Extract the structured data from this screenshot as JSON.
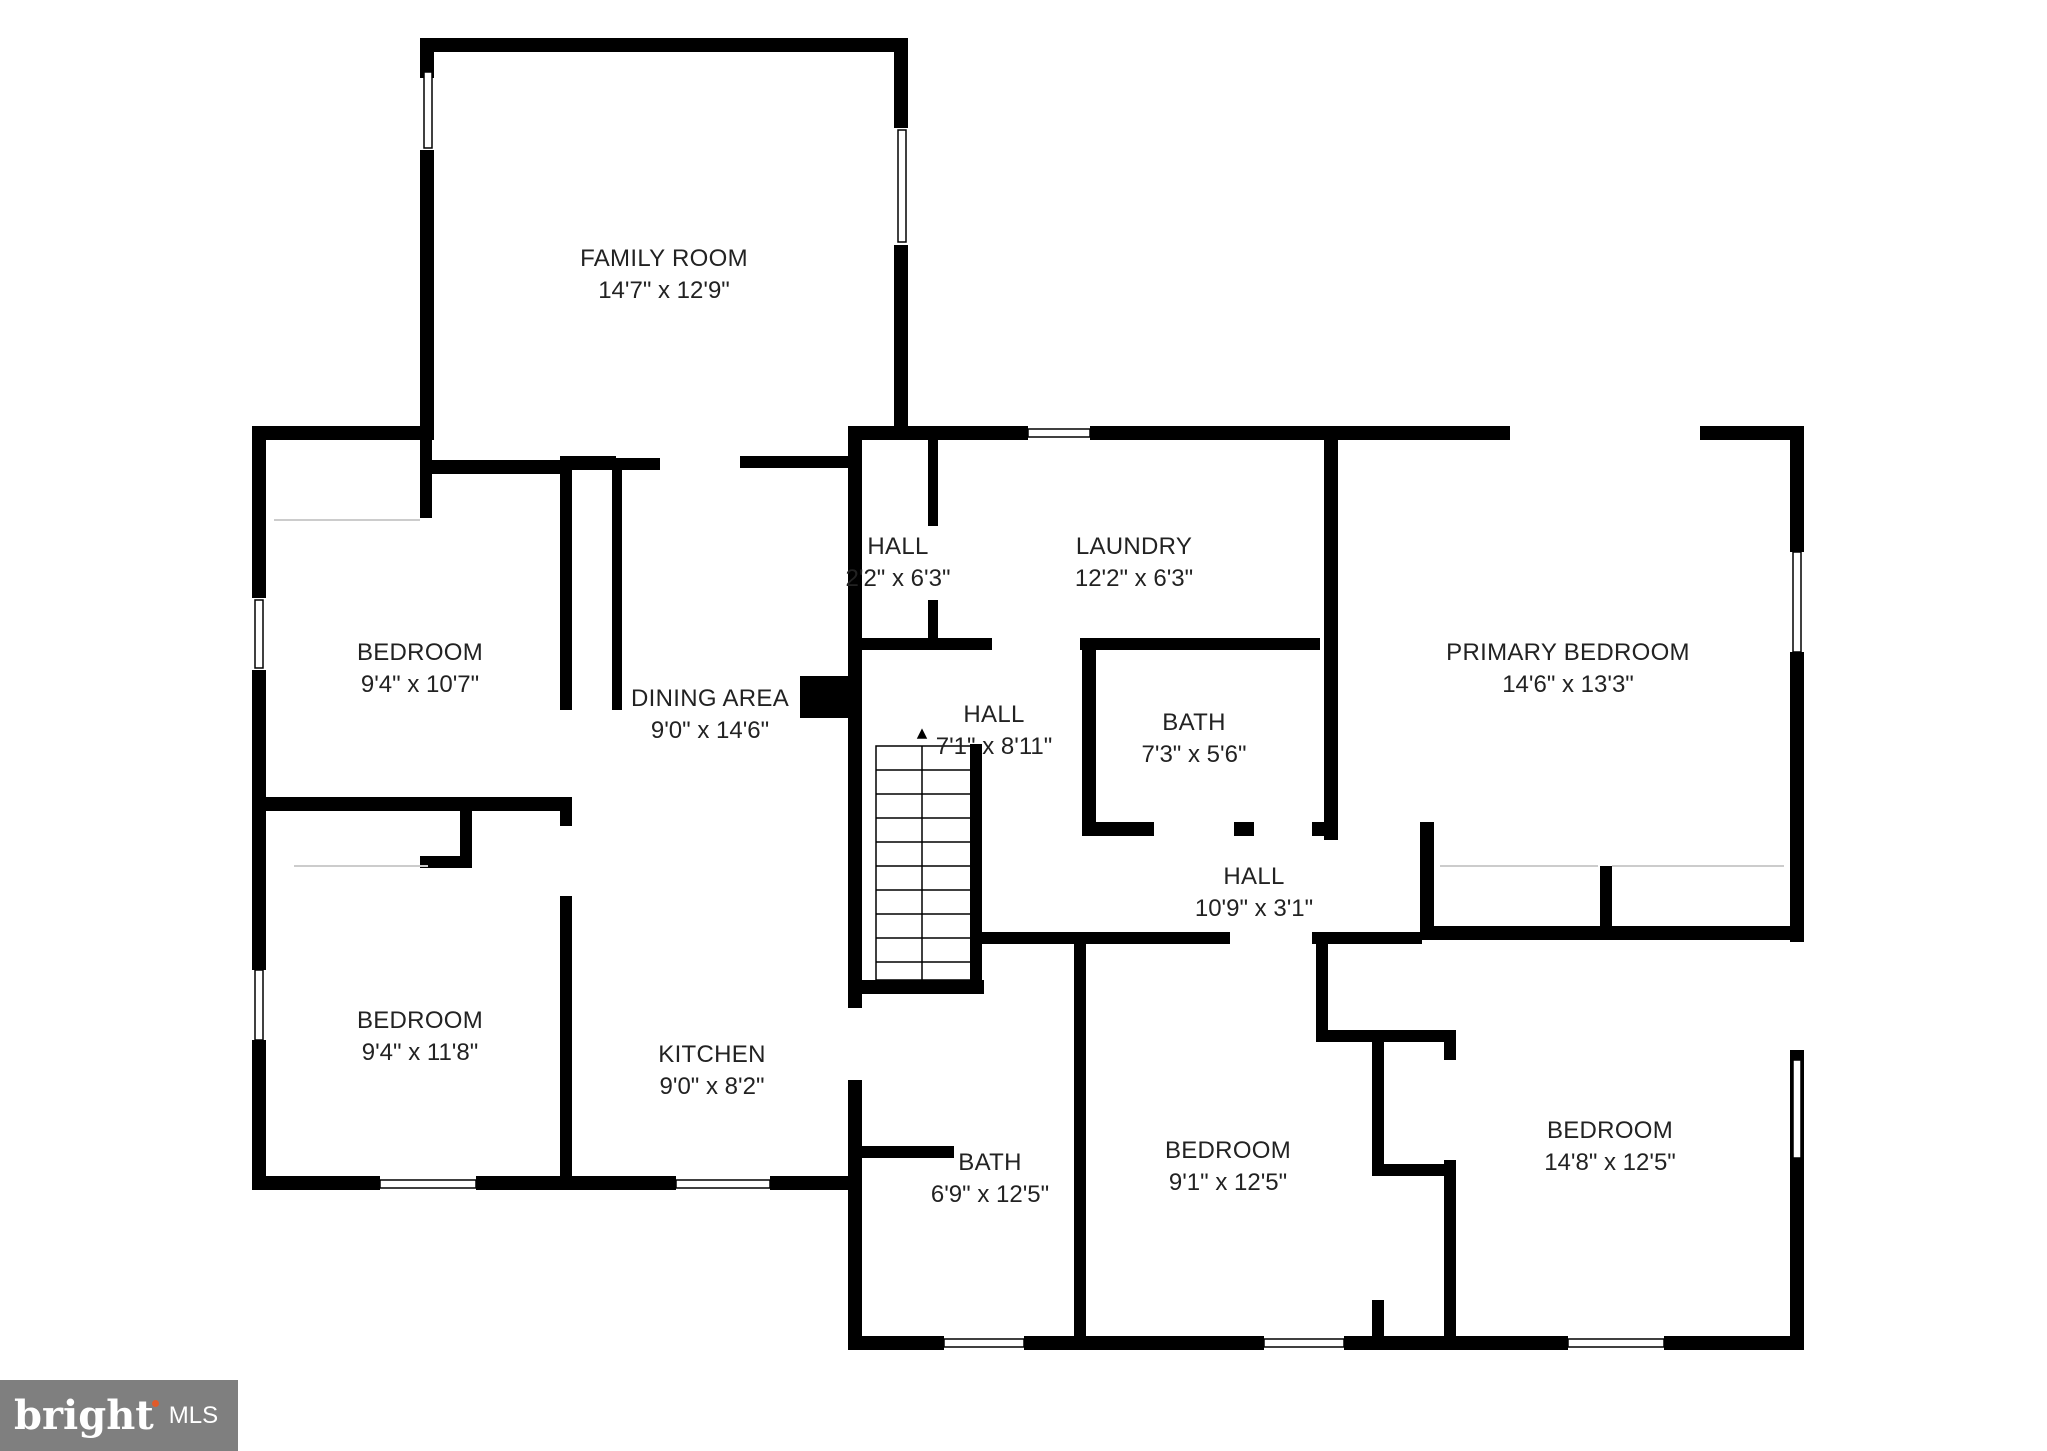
{
  "rooms": [
    {
      "id": "family-room",
      "label": "FAMILY ROOM",
      "dims": "14'7\" x 12'9\""
    },
    {
      "id": "bedroom-1",
      "label": "BEDROOM",
      "dims": "9'4\" x 10'7\""
    },
    {
      "id": "bedroom-2",
      "label": "BEDROOM",
      "dims": "9'4\" x 11'8\""
    },
    {
      "id": "dining-area",
      "label": "DINING AREA",
      "dims": "9'0\" x 14'6\""
    },
    {
      "id": "kitchen",
      "label": "KITCHEN",
      "dims": "9'0\" x 8'2\""
    },
    {
      "id": "hall-1",
      "label": "HALL",
      "dims": "2'2\" x 6'3\""
    },
    {
      "id": "laundry",
      "label": "LAUNDRY",
      "dims": "12'2\" x 6'3\""
    },
    {
      "id": "hall-2",
      "label": "HALL",
      "dims": "7'1\" x 8'11\""
    },
    {
      "id": "bath-1",
      "label": "BATH",
      "dims": "7'3\" x 5'6\""
    },
    {
      "id": "primary-bedroom",
      "label": "PRIMARY BEDROOM",
      "dims": "14'6\" x 13'3\""
    },
    {
      "id": "hall-3",
      "label": "HALL",
      "dims": "10'9\" x 3'1\""
    },
    {
      "id": "bath-2",
      "label": "BATH",
      "dims": "6'9\" x 12'5\""
    },
    {
      "id": "bedroom-3",
      "label": "BEDROOM",
      "dims": "9'1\" x 12'5\""
    },
    {
      "id": "bedroom-4",
      "label": "BEDROOM",
      "dims": "14'8\" x 12'5\""
    }
  ],
  "logo": {
    "brand": "bright",
    "suffix": "MLS"
  },
  "colors": {
    "wall": "#000000",
    "window": "#ffffff",
    "logo_bg": "#7f7f7f",
    "logo_accent": "#e05a2a"
  }
}
